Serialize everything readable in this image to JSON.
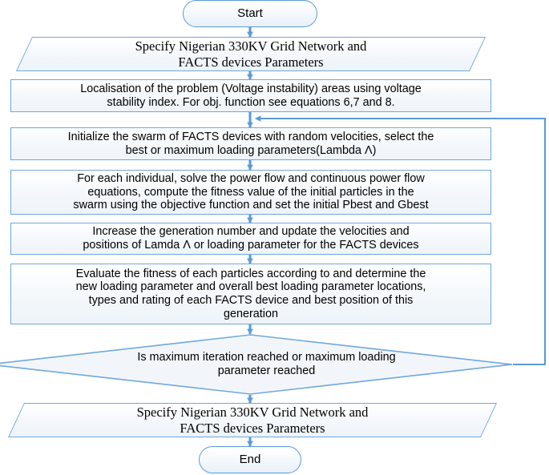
{
  "diagram": {
    "title": "PSO-based FACTS device placement flowchart",
    "colors": {
      "shape_border": "#6fa8dc",
      "terminator_border": "#5b9bd5",
      "shape_fill": "#f3f7fb",
      "connector": "#5b9bd5",
      "text": "#000000",
      "background": "#ffffff"
    },
    "nodes": [
      {
        "id": "start",
        "type": "terminator",
        "label": "Start"
      },
      {
        "id": "specify-top",
        "type": "data",
        "label": "Specify Nigerian 330KV Grid Network and\nFACTS devices Parameters"
      },
      {
        "id": "localisation",
        "type": "process",
        "label": "Localisation  of the problem (Voltage instability) areas using voltage\nstability index.  For obj. function see equations 6,7 and 8."
      },
      {
        "id": "initialize-swarm",
        "type": "process",
        "label": "Initialize the swarm of FACTS devices  with random velocities, select the\nbest or maximum loading parameters(Lambda Ʌ)"
      },
      {
        "id": "power-flow",
        "type": "process",
        "label": "For each individual, solve the power flow and continuous power flow\nequations, compute the fitness value of the initial particles in the\nswarm using the objective function and set the initial Pbest and Gbest"
      },
      {
        "id": "increase-generation",
        "type": "process",
        "label": "Increase the generation number and update the velocities and\npositions of Lamda Ʌ or loading parameter for the FACTS devices"
      },
      {
        "id": "evaluate-fitness",
        "type": "process",
        "label": "Evaluate the fitness of each particles according to and determine the\nnew loading parameter and overall best loading parameter locations,\ntypes and rating of each FACTS device and best position of this\ngeneration"
      },
      {
        "id": "decision-max-iteration",
        "type": "decision",
        "label": "Is maximum iteration reached or maximum loading\nparameter reached"
      },
      {
        "id": "specify-bottom",
        "type": "data",
        "label": "Specify Nigerian 330KV Grid Network and\nFACTS devices Parameters"
      },
      {
        "id": "end",
        "type": "terminator",
        "label": "End"
      }
    ],
    "connectors": [
      {
        "id": "start-to-specify",
        "kind": "arrow-down"
      },
      {
        "id": "specify-to-localisation",
        "kind": "arrow-down"
      },
      {
        "id": "localisation-to-initialize",
        "kind": "arrow-down"
      },
      {
        "id": "initialize-to-powerflow",
        "kind": "arrow-down"
      },
      {
        "id": "powerflow-to-increase",
        "kind": "arrow-down"
      },
      {
        "id": "increase-to-evaluate",
        "kind": "arrow-down"
      },
      {
        "id": "evaluate-to-decision",
        "kind": "arrow-down"
      },
      {
        "id": "decision-to-specify-bottom",
        "kind": "arrow-down"
      },
      {
        "id": "specify-bottom-to-end",
        "kind": "arrow-down"
      },
      {
        "id": "decision-loopback-to-initialize",
        "kind": "feedback-loop-left"
      }
    ]
  }
}
